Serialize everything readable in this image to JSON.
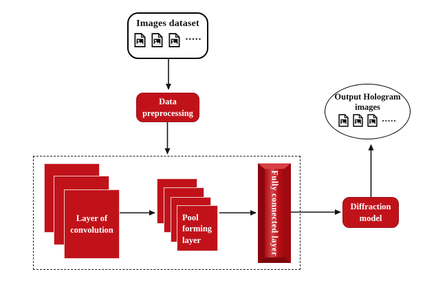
{
  "nodes": {
    "images_dataset": {
      "label": "Images dataset",
      "dots": "....."
    },
    "data_preprocessing": {
      "label": "Data preprocessing"
    },
    "layer_of_convolution": {
      "label": "Layer of convolution"
    },
    "pool_forming_layer": {
      "label": "Pool forming layer"
    },
    "fully_connected_layer": {
      "label": "Fully connected layer"
    },
    "diffraction_model": {
      "label": "Diffraction model"
    },
    "output_hologram_images": {
      "label": "Output Hologram images",
      "dots": "....."
    }
  },
  "icons": {
    "image_file": "image-file-icon"
  },
  "colors": {
    "node_red": "#c1121a",
    "node_red_border": "#9c0c13",
    "outline_black": "#141414",
    "background": "#ffffff"
  }
}
